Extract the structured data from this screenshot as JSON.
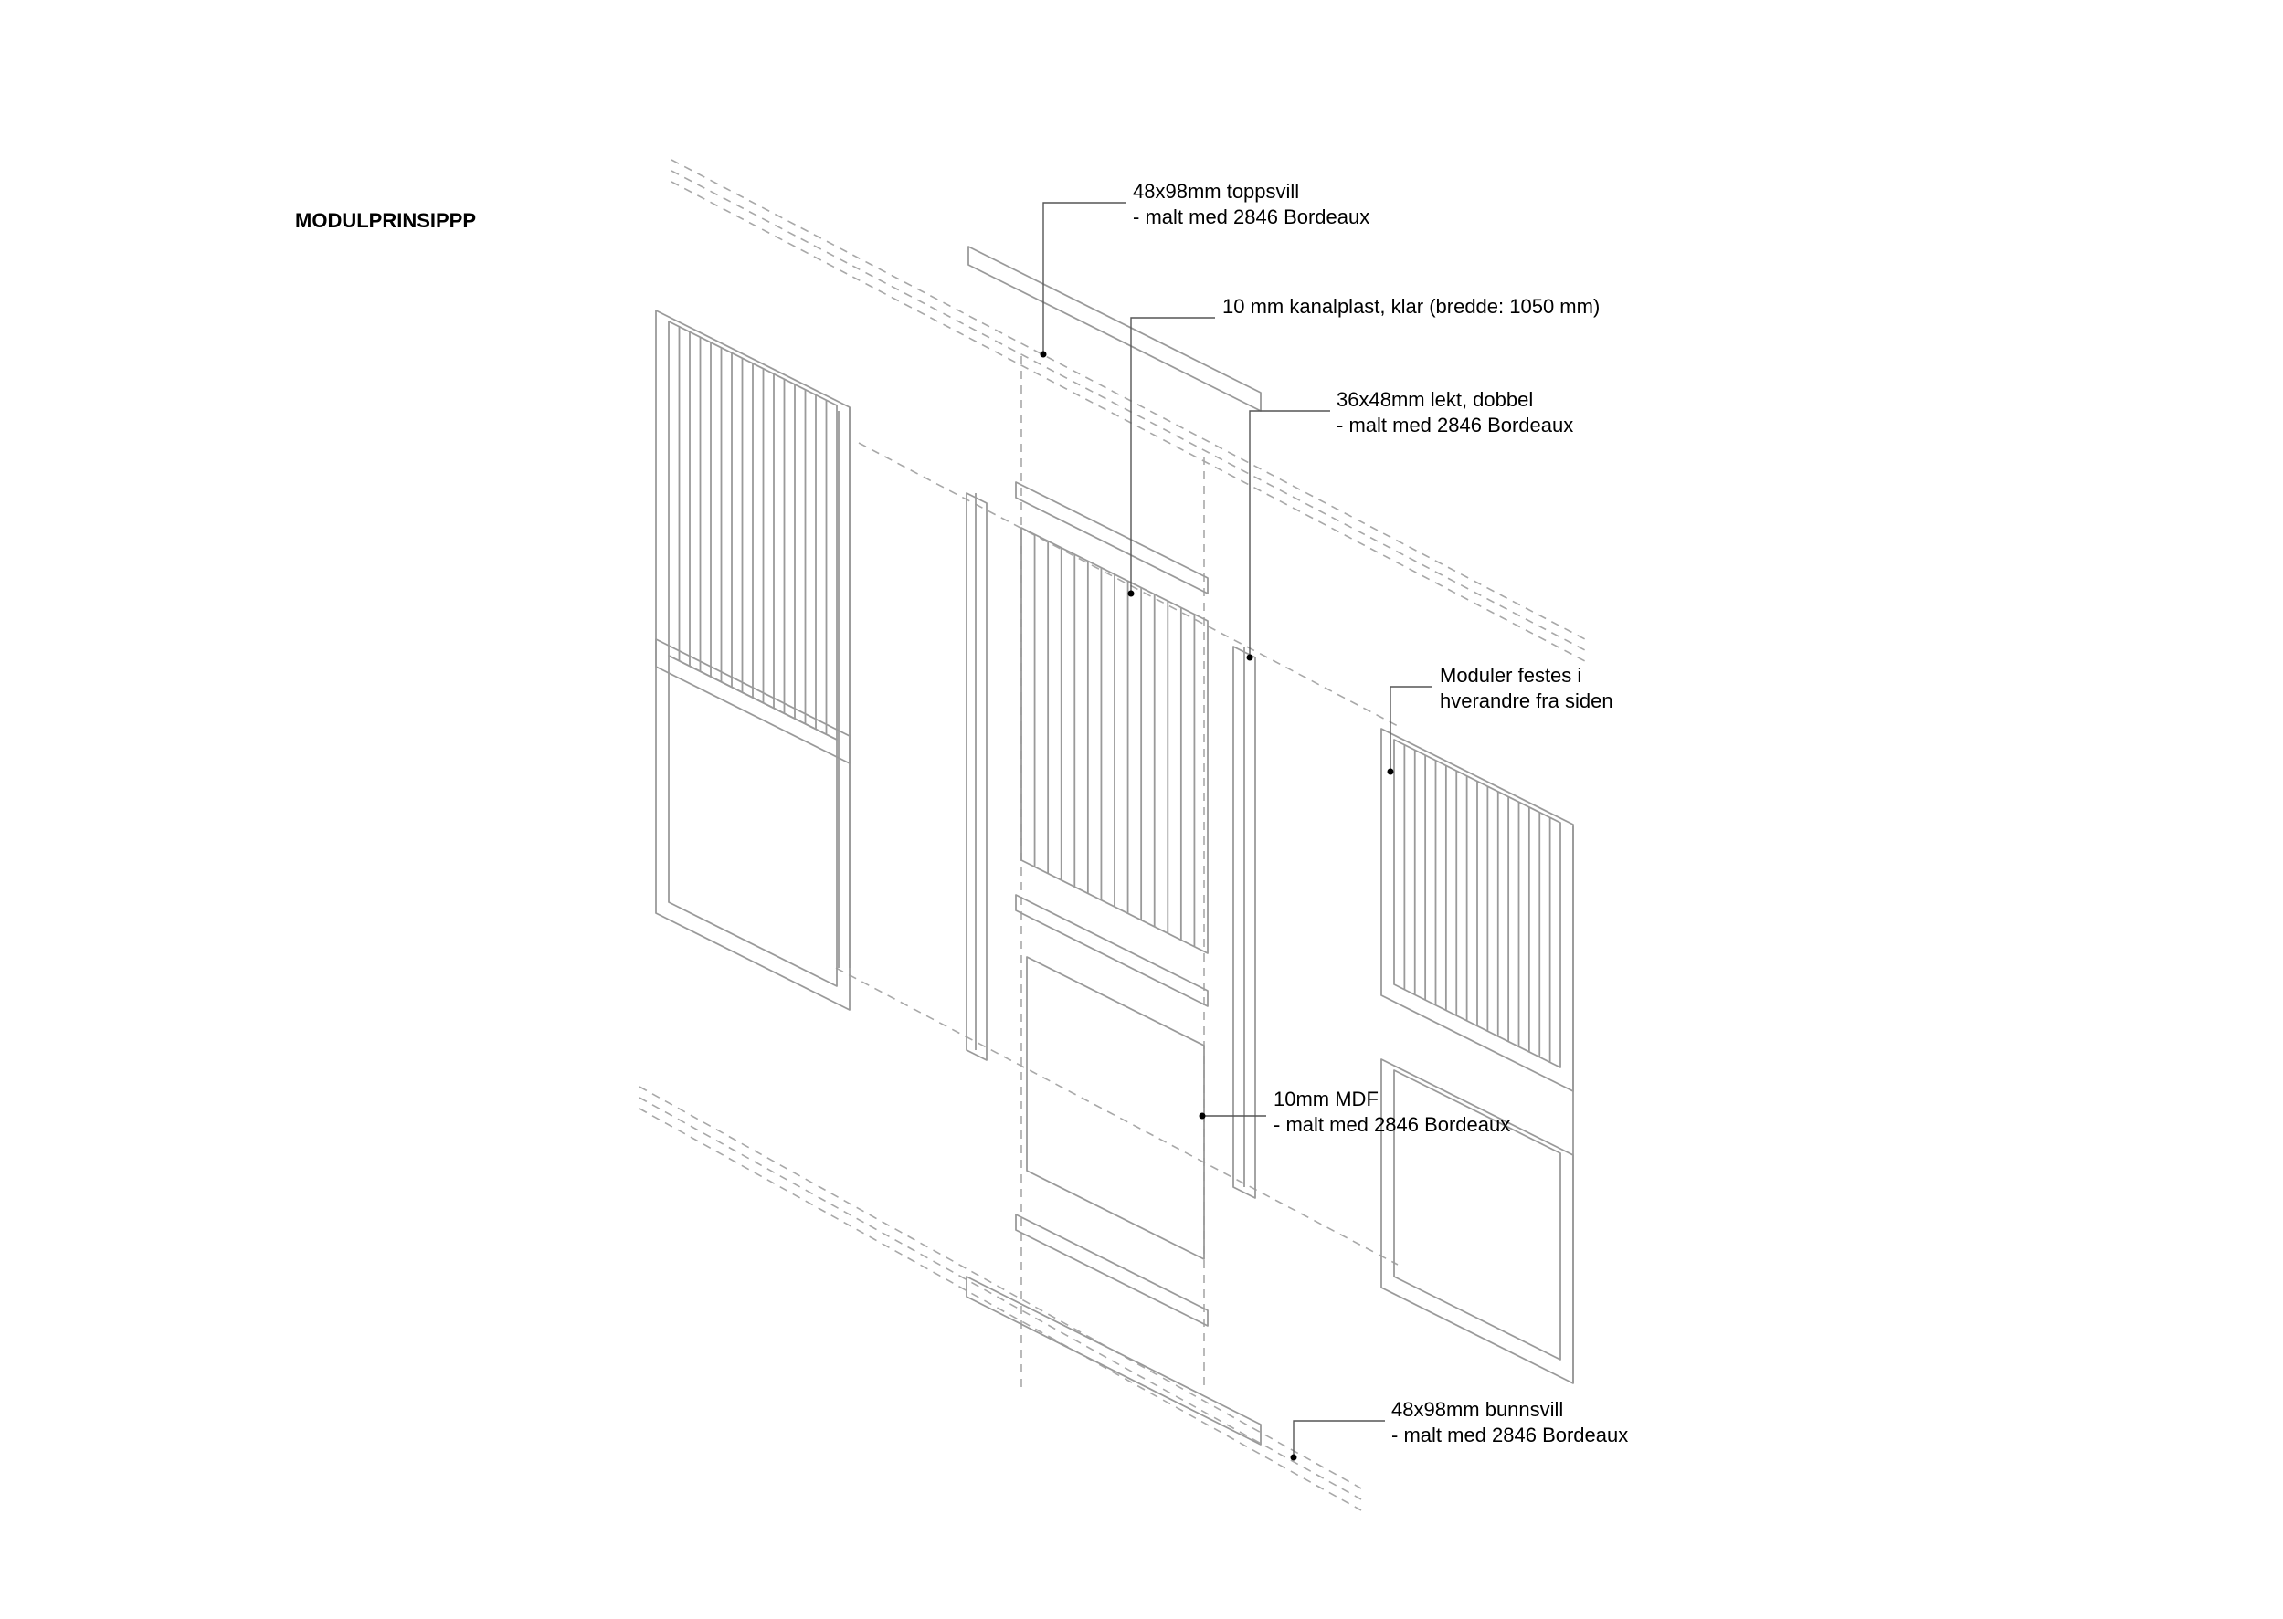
{
  "title": "MODULPRINSIPPP",
  "callouts": {
    "top_sill": {
      "line1": "48x98mm toppsvill",
      "line2": "- malt med 2846 Bordeaux"
    },
    "channel_plastic": {
      "line1": "10 mm kanalplast, klar (bredde: 1050 mm)"
    },
    "batten": {
      "line1": "36x48mm lekt, dobbel",
      "line2": "- malt med 2846 Bordeaux"
    },
    "module_joint": {
      "line1": "Moduler festes i",
      "line2": "hverandre fra siden"
    },
    "mdf": {
      "line1": "10mm MDF",
      "line2": "- malt med 2846 Bordeaux"
    },
    "bottom_sill": {
      "line1": "48x98mm bunnsvill",
      "line2": "- malt med 2846 Bordeaux"
    }
  },
  "colors": {
    "ink": "#000000",
    "frame": "#9a9a9a",
    "dash": "#a8a8a8",
    "leader": "#555555"
  }
}
